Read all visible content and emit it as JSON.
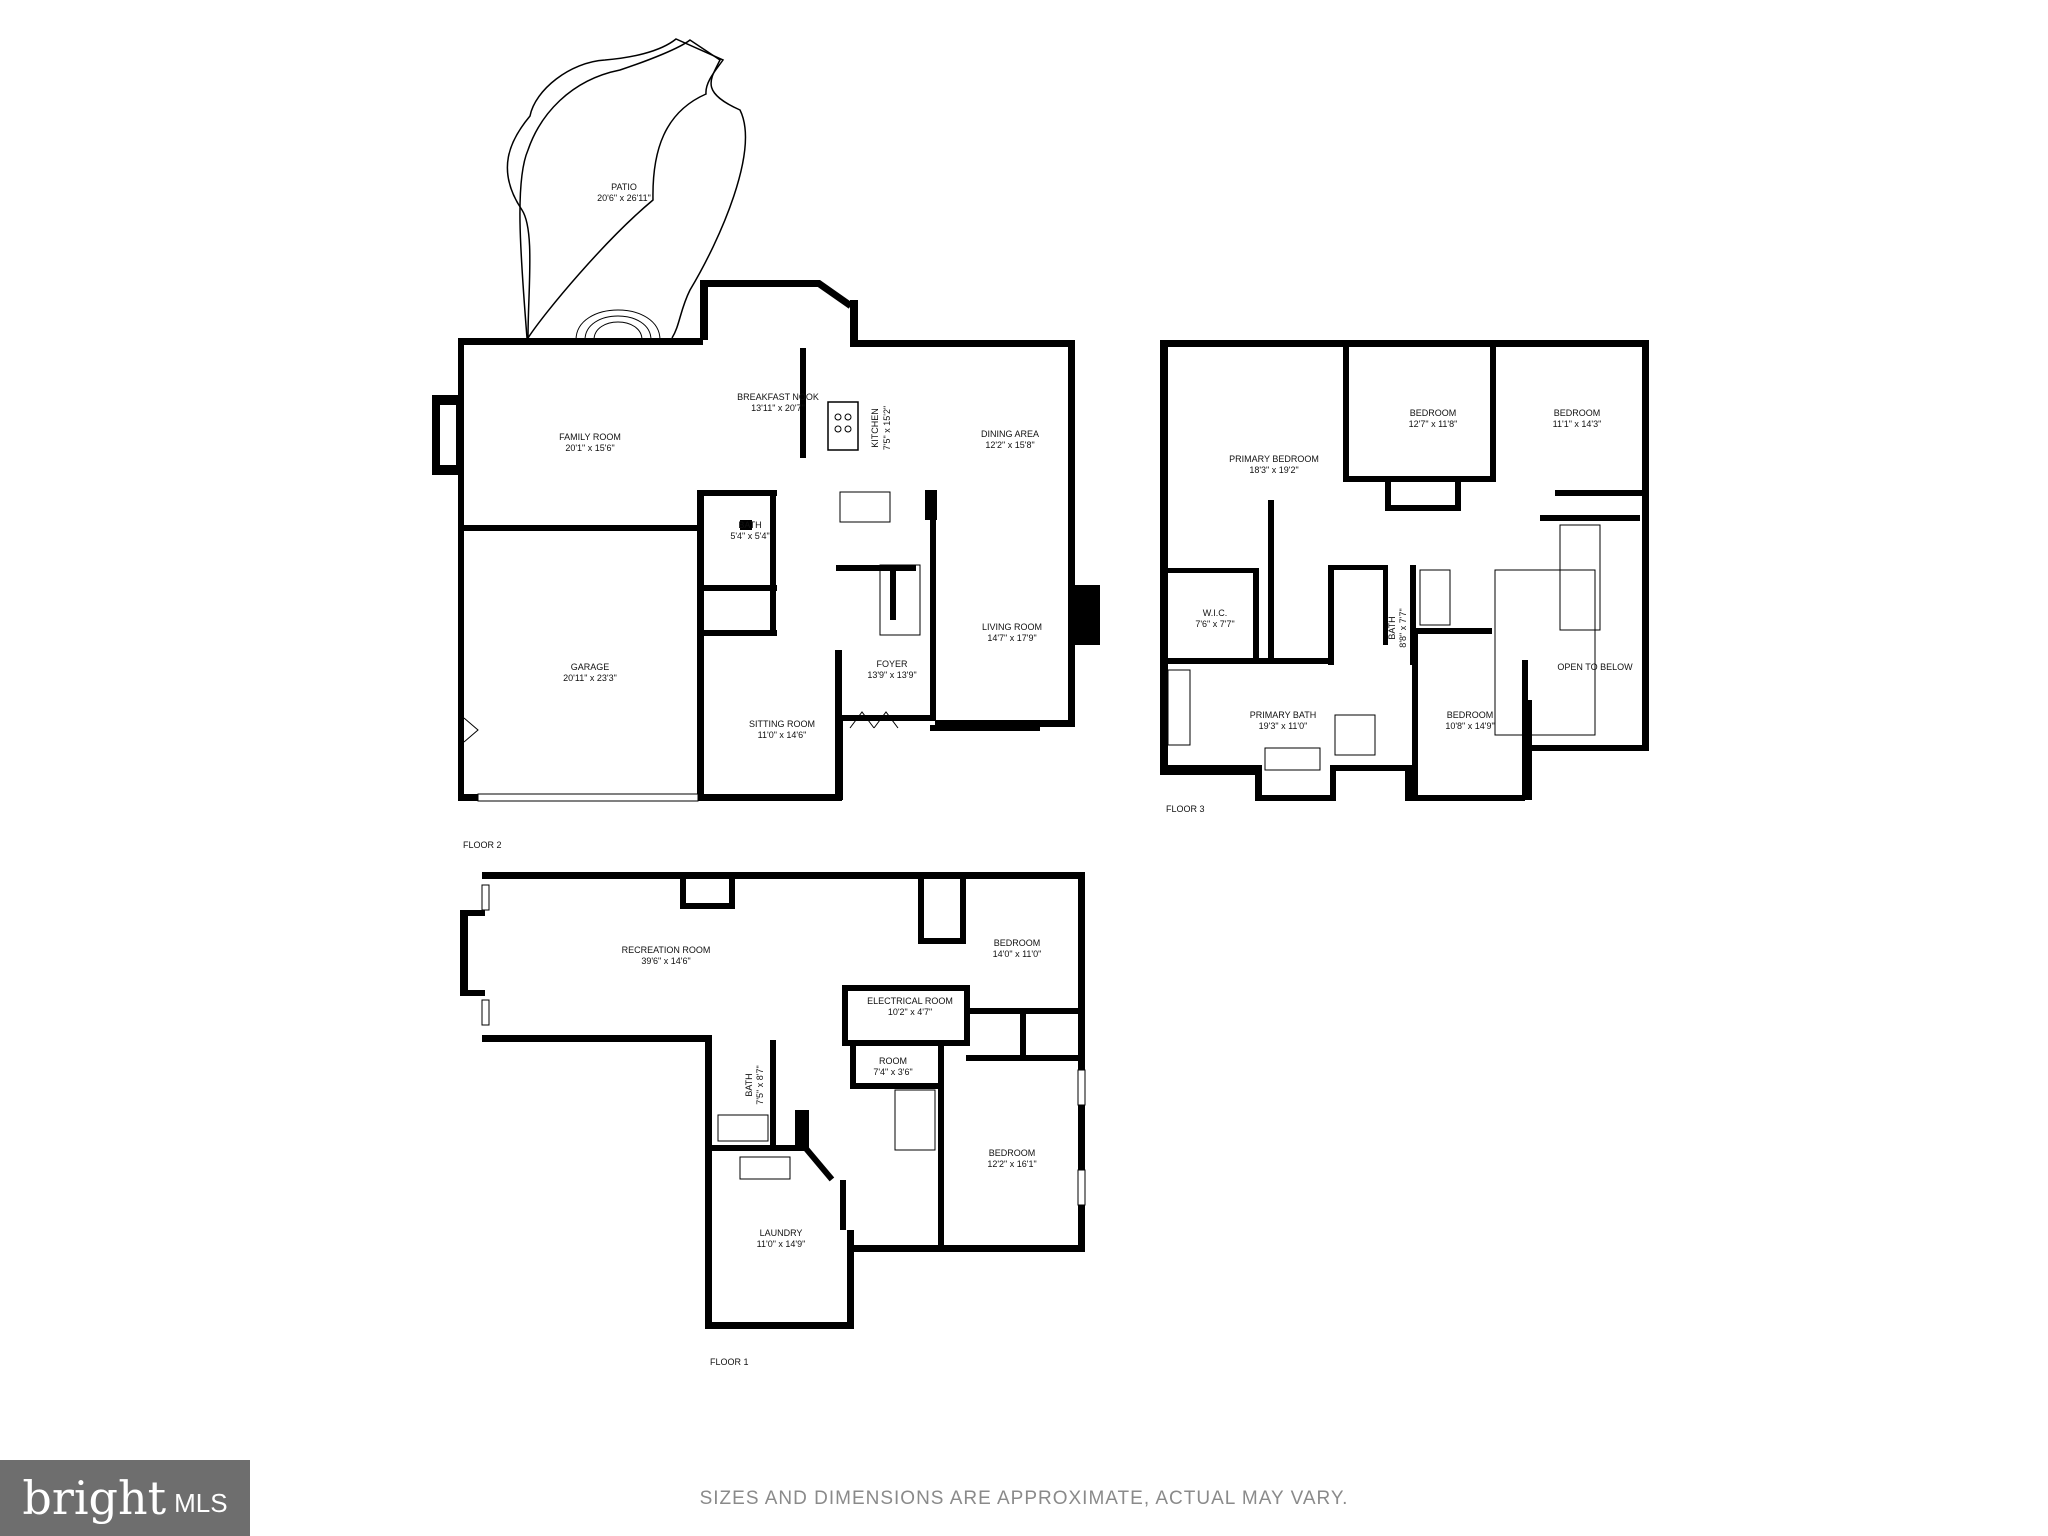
{
  "floors": {
    "floor2": {
      "label": "FLOOR 2",
      "rooms": {
        "patio": {
          "name": "PATIO",
          "dims": "20'6\" x 26'11\""
        },
        "family_room": {
          "name": "FAMILY ROOM",
          "dims": "20'1\" x 15'6\""
        },
        "breakfast_nook": {
          "name": "BREAKFAST NOOK",
          "dims": "13'11\" x 20'7\""
        },
        "kitchen": {
          "name": "KITCHEN",
          "dims": "7'5\" x 15'2\""
        },
        "dining_area": {
          "name": "DINING AREA",
          "dims": "12'2\" x 15'8\""
        },
        "bath": {
          "name": "BATH",
          "dims": "5'4\" x 5'4\""
        },
        "garage": {
          "name": "GARAGE",
          "dims": "20'11\" x 23'3\""
        },
        "living_room": {
          "name": "LIVING ROOM",
          "dims": "14'7\" x 17'9\""
        },
        "foyer": {
          "name": "FOYER",
          "dims": "13'9\" x 13'9\""
        },
        "sitting_room": {
          "name": "SITTING ROOM",
          "dims": "11'0\" x 14'6\""
        }
      }
    },
    "floor3": {
      "label": "FLOOR 3",
      "rooms": {
        "primary_bedroom": {
          "name": "PRIMARY BEDROOM",
          "dims": "18'3\" x 19'2\""
        },
        "bedroom_a": {
          "name": "BEDROOM",
          "dims": "12'7\" x 11'8\""
        },
        "bedroom_b": {
          "name": "BEDROOM",
          "dims": "11'1\" x 14'3\""
        },
        "wic": {
          "name": "W.I.C.",
          "dims": "7'6\" x 7'7\""
        },
        "bath": {
          "name": "BATH",
          "dims": "8'8\" x 7'7\""
        },
        "open_to_below": {
          "name": "OPEN TO BELOW"
        },
        "primary_bath": {
          "name": "PRIMARY BATH",
          "dims": "19'3\" x 11'0\""
        },
        "bedroom_c": {
          "name": "BEDROOM",
          "dims": "10'8\" x 14'9\""
        }
      }
    },
    "floor1": {
      "label": "FLOOR 1",
      "rooms": {
        "recreation_room": {
          "name": "RECREATION ROOM",
          "dims": "39'6\" x 14'6\""
        },
        "bedroom_a": {
          "name": "BEDROOM",
          "dims": "14'0\" x 11'0\""
        },
        "electrical_room": {
          "name": "ELECTRICAL ROOM",
          "dims": "10'2\" x 4'7\""
        },
        "room": {
          "name": "ROOM",
          "dims": "7'4\" x 3'6\""
        },
        "bath": {
          "name": "BATH",
          "dims": "7'5\" x 8'7\""
        },
        "bedroom_b": {
          "name": "BEDROOM",
          "dims": "12'2\" x 16'1\""
        },
        "laundry": {
          "name": "LAUNDRY",
          "dims": "11'0\" x 14'9\""
        }
      }
    }
  },
  "disclaimer": "SIZES AND DIMENSIONS ARE APPROXIMATE, ACTUAL MAY VARY.",
  "logo": {
    "brand": "bright",
    "suffix": "MLS"
  },
  "colors": {
    "wall": "#000000",
    "logo_bg": "#6e6e6e",
    "disclaimer": "#8a8a8a"
  }
}
